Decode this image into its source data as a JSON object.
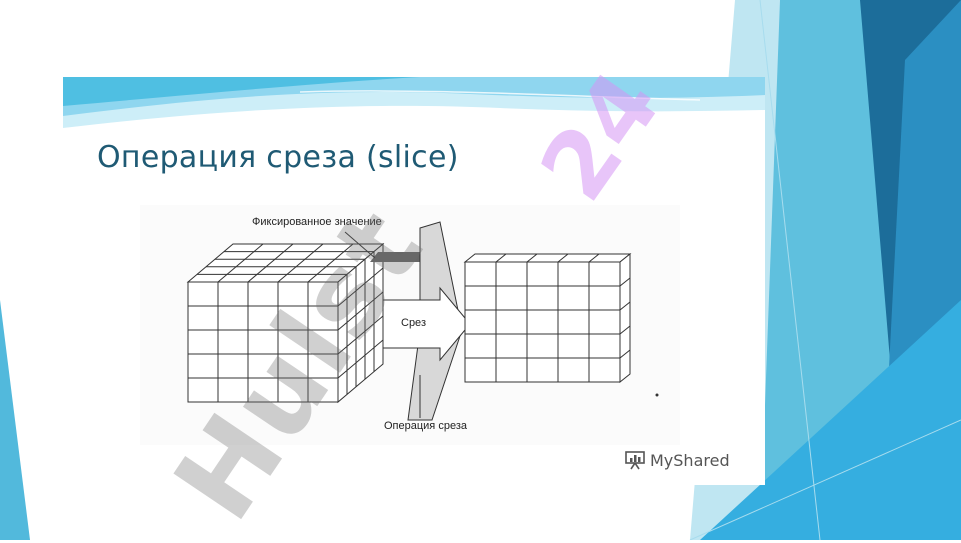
{
  "slide": {
    "title": "Операция среза (slice)"
  },
  "diagram": {
    "label_fixed": "Фиксированное значение",
    "label_slice": "Срез",
    "label_operation": "Операция среза"
  },
  "watermark": {
    "brand": "MyShared",
    "overlay_number": "24",
    "overlay_text": "Hulst"
  },
  "colors": {
    "title": "#1f5a74",
    "teal_dark": "#1e7fa8",
    "teal_light": "#7fd0e8"
  }
}
